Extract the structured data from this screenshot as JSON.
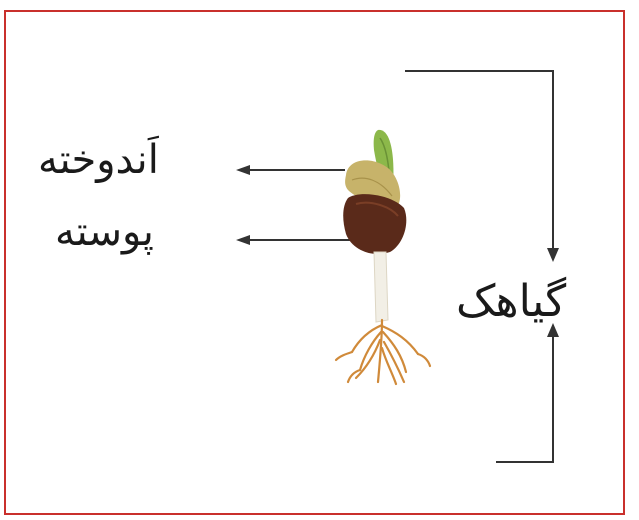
{
  "labels": {
    "endosperm": "اَندوخته",
    "seed_coat": "پوسته",
    "seedling": "گیاهک"
  },
  "colors": {
    "frame": "#c9302c",
    "lines": "#333333",
    "seed_coat": "#5a2a1a",
    "cotyledon": "#c7b36a",
    "leaf": "#8cb84a",
    "root": "#d08a3a",
    "stem": "#f2efe6"
  }
}
